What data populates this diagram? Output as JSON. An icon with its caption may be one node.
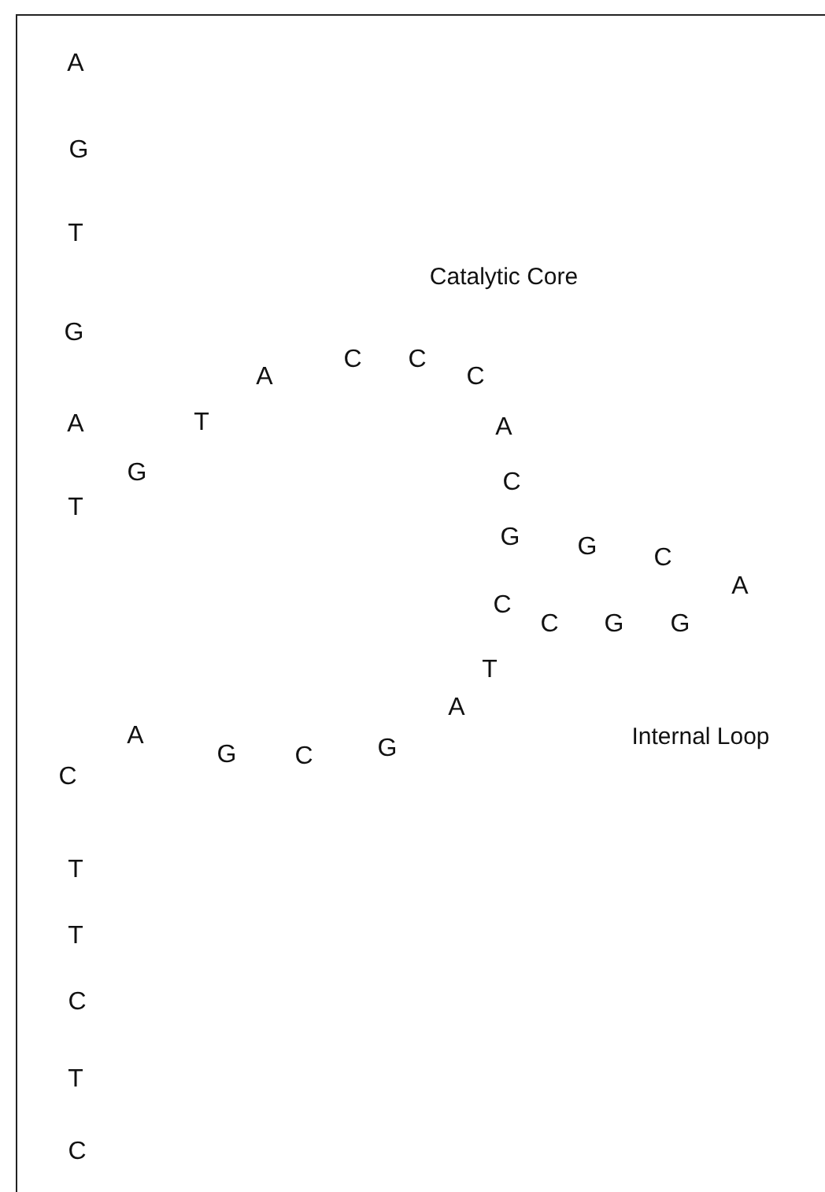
{
  "diagram": {
    "labels": [
      "A",
      "G",
      "T",
      "Catalytic Core",
      "G",
      "C",
      "C",
      "A",
      "C",
      "A",
      "T",
      "A",
      "G",
      "C",
      "T",
      "G",
      "G",
      "C",
      "A",
      "C",
      "C",
      "G",
      "G",
      "T",
      "A",
      "A",
      "G",
      "C",
      "G",
      "Internal Loop",
      "C",
      "T",
      "T",
      "C",
      "T",
      "C"
    ]
  }
}
